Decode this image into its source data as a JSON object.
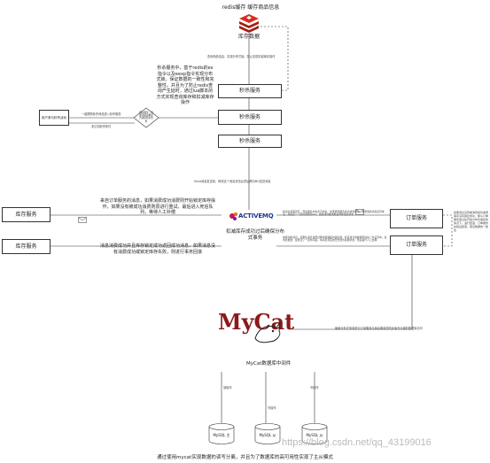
{
  "redis": {
    "title": "redis缓存 缓存商品信息",
    "subtitle": "库存数据"
  },
  "notes": {
    "seckill_top": "秒杀服务中，基于redis的ex指令以及eexp指令实现分布式锁，保证数据的一致性和完整性。并且为了防止redis查询产生延时，通过lua脚本的方式实现查询库存和扣减库存操作",
    "redis_link": "查询商品信息、实现分布式锁、防止实现扣减库存操作",
    "mq_left": "来自订单服务的消息，如果消费成功消费则开始锁定库存操作，如果没有被成功消费则原进行重试，最后进入死信队列，等待人工补偿",
    "mq_left2": "消息消费成功并且库存锁定成功返回成功消息，如果消息没有消费成功或锁定库存失败，则进行事务回滚",
    "mq_label": "扣减库存成功过后确保分布式事务",
    "send_msg": "Send消息发送前，修改这个消息状态后然后再向MQ发送消息",
    "order_right": "各消息采取双写，首先服务中先查日志表，如果库存服务提交消费成功，如果我的消息还有未没，然后还一个延时消费到mq，然后消息被消费后再修改表状态",
    "order_right2": "未成功的消息，如果在消息消费过程中加锁超时会失败，并且消息会被保存在每一条记录中，在重新发送，如果过了一定时间后，将消息对应的日志改为失败状态，然后进行人工处理",
    "right_side": "如果消息没有被消费成功或者库存没有锁定成功，那么订单服务通过在开启分布式事务的情况下，进行回滚，订单服务失败后回滚，保证数据的一致性",
    "mycat_link": "使用分布式事务进行订单服务与库存服务的同步读写分离的数据库访问",
    "user_flow": "一键限购秒杀商品进入秒杀服务",
    "user_flow2": "未达到秒杀条件",
    "bottom": "通过使用mycat实现数据的读写分离，并且为了数据库的高可用性实现了主从模式"
  },
  "nodes": {
    "seckill1": "秒杀服务",
    "seckill2": "秒杀服务",
    "seckill3": "秒杀服务",
    "user": "用户参与秒杀活动",
    "gateway": "网关服务，判断当前请求是否满足秒杀条件",
    "stock1": "库存服务",
    "stock2": "库存服务",
    "order1": "订单服务",
    "order2": "订单服务",
    "mq": "ACTIVEMQ",
    "mycat_brand": "MyCat",
    "mycat_label": "MyCat数据库中间件",
    "db1": "MySQL 主",
    "db2": "MySQL 从",
    "db3": "MySQL 从",
    "read_write1": "读操作",
    "read_write2": "写操作",
    "read_write3": "写操作"
  },
  "watermark": "https://blog.csdn.net/qq_43199016",
  "colors": {
    "redis_red": "#d82c20",
    "mycat_red": "#8b1a1a",
    "mq_blue": "#1a3a8a",
    "line": "#333333"
  }
}
